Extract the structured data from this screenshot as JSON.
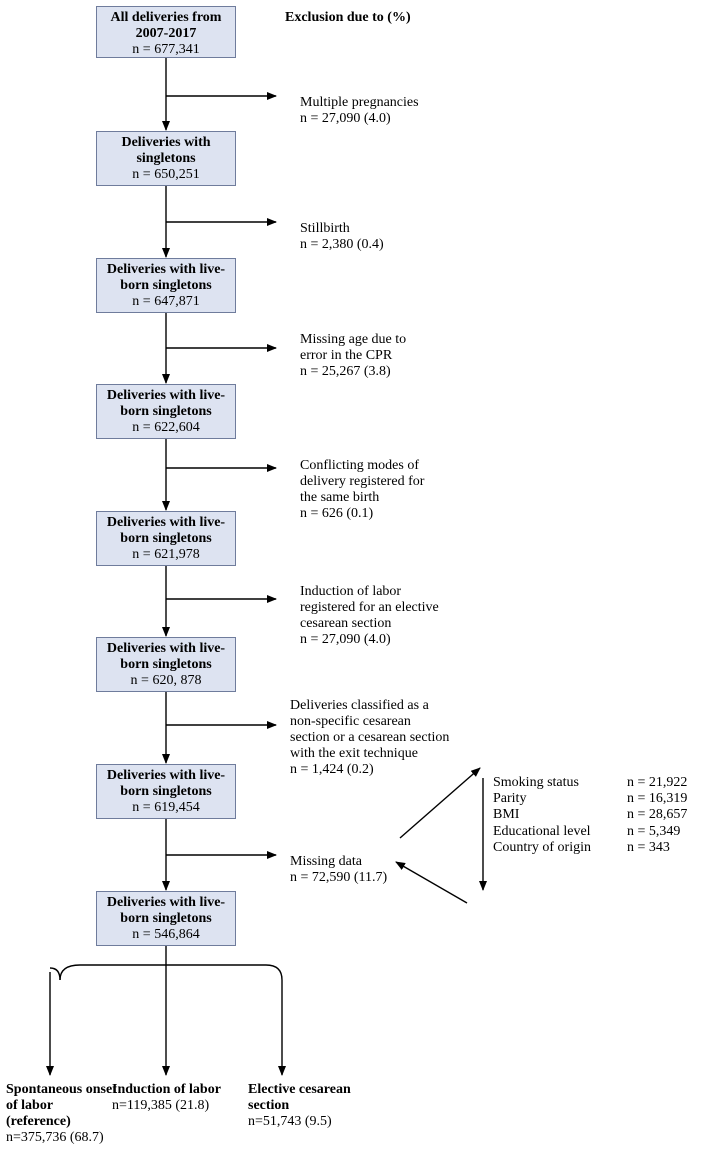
{
  "header": {
    "exclusion_title": "Exclusion due to (%)"
  },
  "boxes": [
    {
      "title": "All deliveries from 2007-2017",
      "n": "n = 677,341"
    },
    {
      "title": "Deliveries with singletons",
      "n": "n = 650,251"
    },
    {
      "title": "Deliveries with live-born singletons",
      "n": "n = 647,871"
    },
    {
      "title": "Deliveries with live-born singletons",
      "n": "n = 622,604"
    },
    {
      "title": "Deliveries with live-born singletons",
      "n": "n = 621,978"
    },
    {
      "title": "Deliveries with live-born singletons",
      "n": "n = 620, 878"
    },
    {
      "title": "Deliveries with live-born singletons",
      "n": "n = 619,454"
    },
    {
      "title": "Deliveries with live-born singletons",
      "n": "n = 546,864"
    }
  ],
  "exclusions": [
    {
      "label": "Multiple pregnancies",
      "n": "n = 27,090 (4.0)"
    },
    {
      "label": "Stillbirth",
      "n": "n = 2,380 (0.4)"
    },
    {
      "label": "Missing age due to\nerror in the CPR",
      "n": "n = 25,267 (3.8)"
    },
    {
      "label": "Conflicting modes of\ndelivery registered for\nthe same birth",
      "n": "n = 626 (0.1)"
    },
    {
      "label": "Induction of labor\nregistered for an elective\ncesarean section",
      "n": "n = 27,090 (4.0)"
    },
    {
      "label": "Deliveries classified as a\nnon-specific cesarean\nsection or a cesarean section\nwith the exit technique",
      "n": "n = 1,424 (0.2)"
    },
    {
      "label": "Missing data",
      "n": "n = 72,590 (11.7)"
    }
  ],
  "missing_data": [
    {
      "label": "Smoking status",
      "n": "n = 21,922"
    },
    {
      "label": "Parity",
      "n": "n = 16,319"
    },
    {
      "label": "BMI",
      "n": "n = 28,657"
    },
    {
      "label": "Educational level",
      "n": "n = 5,349"
    },
    {
      "label": "Country of origin",
      "n": "n = 343"
    }
  ],
  "outcomes": [
    {
      "title": "Spontaneous onset of labor (reference)",
      "n": "n=375,736 (68.7)"
    },
    {
      "title": "Induction of labor",
      "n": "n=119,385 (21.8)"
    },
    {
      "title": "Elective cesarean section",
      "n": "n=51,743 (9.5)"
    }
  ]
}
